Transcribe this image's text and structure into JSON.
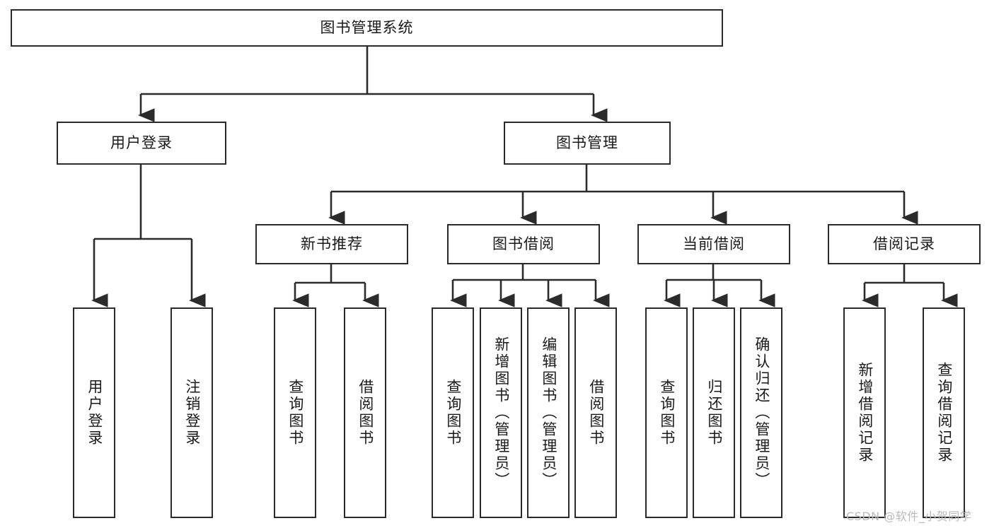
{
  "diagram": {
    "type": "tree",
    "title": "图书管理系统",
    "colors": {
      "stroke": "#2b2b2b",
      "fill": "#ffffff",
      "text": "#1a1a1a",
      "watermark": "#b9b9b9"
    },
    "nodes": {
      "root": {
        "label": "图书管理系统",
        "orientation": "horizontal"
      },
      "level1": [
        {
          "id": "user-login",
          "label": "用户登录",
          "orientation": "horizontal"
        },
        {
          "id": "book-manage",
          "label": "图书管理",
          "orientation": "horizontal"
        }
      ],
      "level2": [
        {
          "id": "new-book-recommend",
          "label": "新书推荐",
          "orientation": "horizontal"
        },
        {
          "id": "book-borrow",
          "label": "图书借阅",
          "orientation": "horizontal"
        },
        {
          "id": "current-borrow",
          "label": "当前借阅",
          "orientation": "horizontal"
        },
        {
          "id": "borrow-record",
          "label": "借阅记录",
          "orientation": "horizontal"
        }
      ],
      "leaves": [
        {
          "id": "leaf-user-login",
          "label": "用户登录",
          "parent": "user-login",
          "orientation": "vertical"
        },
        {
          "id": "leaf-logout-login",
          "label": "注销登录",
          "parent": "user-login",
          "orientation": "vertical"
        },
        {
          "id": "leaf-query-book-1",
          "label": "查询图书",
          "parent": "new-book-recommend",
          "orientation": "vertical"
        },
        {
          "id": "leaf-borrow-book-1",
          "label": "借阅图书",
          "parent": "new-book-recommend",
          "orientation": "vertical"
        },
        {
          "id": "leaf-query-book-2",
          "label": "查询图书",
          "parent": "book-borrow",
          "orientation": "vertical"
        },
        {
          "id": "leaf-add-book",
          "label": "新增图书（管理员）",
          "parent": "book-borrow",
          "orientation": "vertical"
        },
        {
          "id": "leaf-edit-book",
          "label": "编辑图书（管理员）",
          "parent": "book-borrow",
          "orientation": "vertical"
        },
        {
          "id": "leaf-borrow-book-2",
          "label": "借阅图书",
          "parent": "book-borrow",
          "orientation": "vertical"
        },
        {
          "id": "leaf-query-book-3",
          "label": "查询图书",
          "parent": "current-borrow",
          "orientation": "vertical"
        },
        {
          "id": "leaf-return-book",
          "label": "归还图书",
          "parent": "current-borrow",
          "orientation": "vertical"
        },
        {
          "id": "leaf-confirm-return",
          "label": "确认归还（管理员）",
          "parent": "current-borrow",
          "orientation": "vertical"
        },
        {
          "id": "leaf-add-record",
          "label": "新增借阅记录",
          "parent": "borrow-record",
          "orientation": "vertical"
        },
        {
          "id": "leaf-query-record",
          "label": "查询借阅记录",
          "parent": "borrow-record",
          "orientation": "vertical"
        }
      ]
    },
    "watermark": "CSDN @软件_小贺同学"
  }
}
